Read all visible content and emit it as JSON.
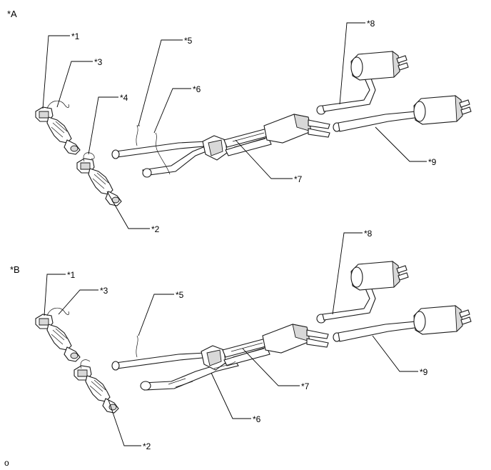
{
  "views": [
    {
      "id": "A",
      "label": "*A",
      "callouts": [
        "*1",
        "*3",
        "*4",
        "*5",
        "*6",
        "*7",
        "*8",
        "*9",
        "*2"
      ]
    },
    {
      "id": "B",
      "label": "*B",
      "callouts": [
        "*1",
        "*3",
        "*5",
        "*7",
        "*8",
        "*9",
        "*6",
        "*2"
      ]
    }
  ],
  "footer_code": "o"
}
